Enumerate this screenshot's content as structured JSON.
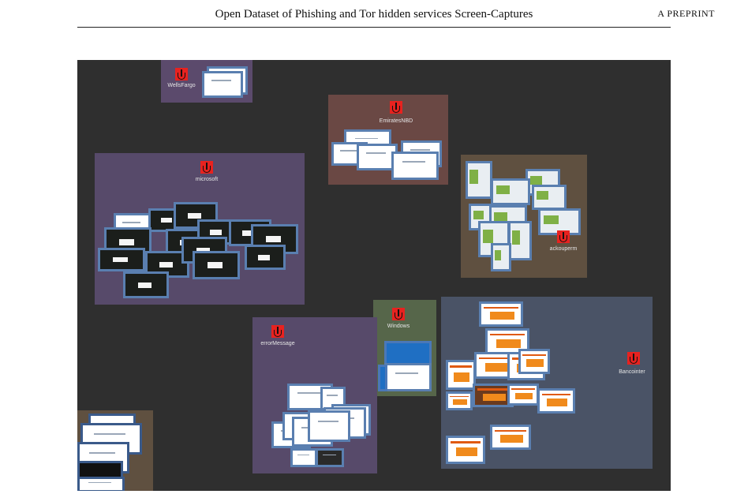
{
  "header": {
    "title": "Open Dataset of Phishing and Tor hidden services Screen-Captures",
    "right": "A PREPRINT"
  },
  "clusters": [
    {
      "label": "WellsFargo",
      "color": "#5b4a6c"
    },
    {
      "label": "EmiratesNBD",
      "color": "#6a4844"
    },
    {
      "label": "microsoft",
      "color": "#574a6a"
    },
    {
      "label": "ackouperm",
      "color": "#5f5040"
    },
    {
      "label": "Windows",
      "color": "#56664a"
    },
    {
      "label": "errorMessage",
      "color": "#574a6a"
    },
    {
      "label": "Bancointer",
      "color": "#4a5366"
    }
  ],
  "icon": "anchor-icon",
  "node_color": "#e8221f",
  "edge_color": "#4a74c6"
}
